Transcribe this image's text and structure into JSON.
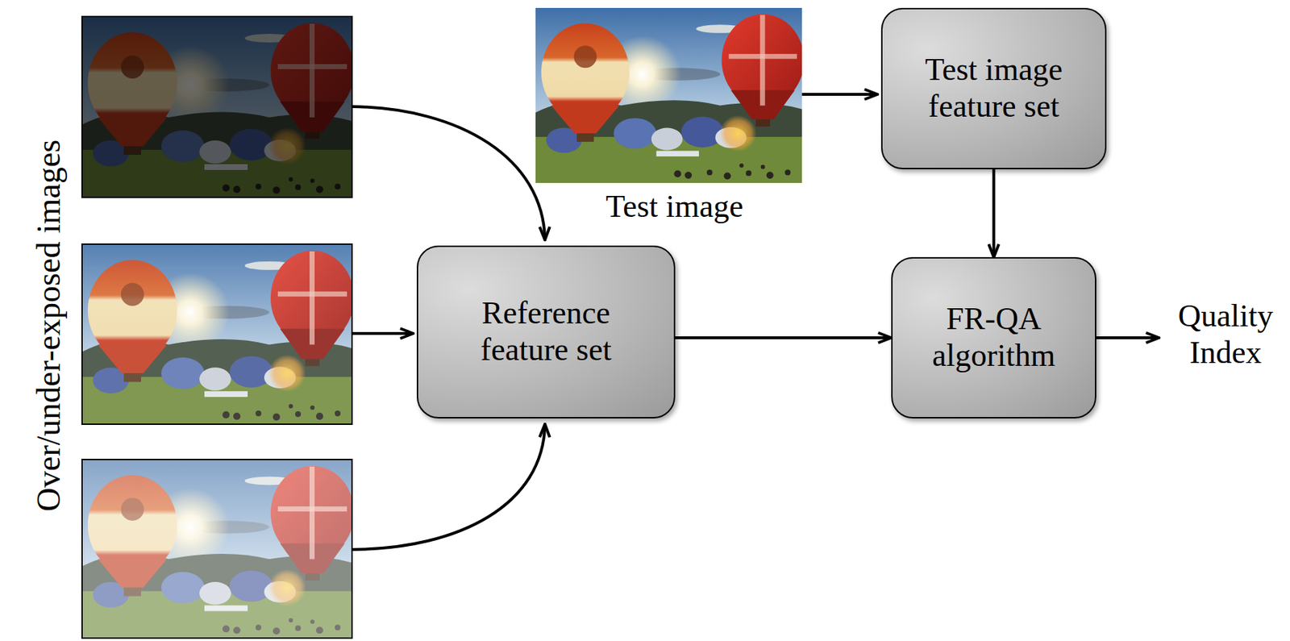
{
  "diagram": {
    "nodes": [
      {
        "text": [
          "Test image feature set"
        ]
      },
      {
        "text": [
          "Reference feature set"
        ]
      },
      {
        "text": [
          "FR-QA algorithm"
        ]
      }
    ],
    "edges": [
      {
        "from": 0,
        "to": 2,
        "arrow": "to"
      },
      {
        "from": 1,
        "to": 2,
        "arrow": "to"
      }
    ],
    "labels": [
      "Over/under-exposed images",
      "Test image",
      "Quality Index"
    ]
  }
}
